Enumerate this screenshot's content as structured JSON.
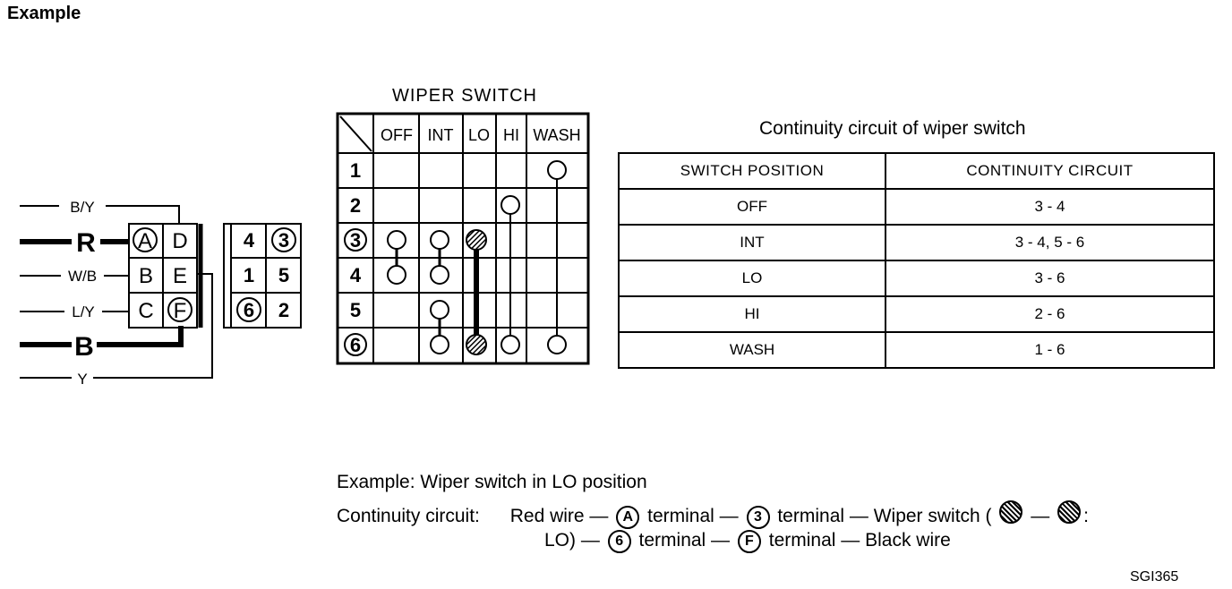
{
  "heading": "Example",
  "connector": {
    "wires": [
      "B/Y",
      "R",
      "W/B",
      "L/Y",
      "B",
      "Y"
    ],
    "harness_terminals": [
      [
        "A",
        "D"
      ],
      [
        "B",
        "E"
      ],
      [
        "C",
        "F"
      ]
    ],
    "switch_terminals": [
      [
        "4",
        "3"
      ],
      [
        "1",
        "5"
      ],
      [
        "6",
        "2"
      ]
    ]
  },
  "wiper_switch": {
    "title": "WIPER SWITCH",
    "columns": [
      "OFF",
      "INT",
      "LO",
      "HI",
      "WASH"
    ],
    "rows": [
      "1",
      "2",
      "3",
      "4",
      "5",
      "6"
    ]
  },
  "continuity": {
    "title": "Continuity circuit of wiper switch",
    "headers": [
      "SWITCH POSITION",
      "CONTINUITY CIRCUIT"
    ],
    "rows": [
      [
        "OFF",
        "3 - 4"
      ],
      [
        "INT",
        "3 - 4, 5 - 6"
      ],
      [
        "LO",
        "3 - 6"
      ],
      [
        "HI",
        "2 - 6"
      ],
      [
        "WASH",
        "1 - 6"
      ]
    ]
  },
  "footnote": {
    "example_label": "Example:",
    "example_text": "Wiper switch in LO position",
    "circuit_label": "Continuity circuit:",
    "p1": "Red wire —",
    "c1": "A",
    "p2": "terminal —",
    "c2": "3",
    "p3": "terminal — Wiper switch (",
    "p4": "—",
    "p5": ":",
    "p6": "LO) —",
    "c3": "6",
    "p7": "terminal —",
    "c4": "F",
    "p8": "terminal — Black wire"
  },
  "figure_code": "SGI365"
}
